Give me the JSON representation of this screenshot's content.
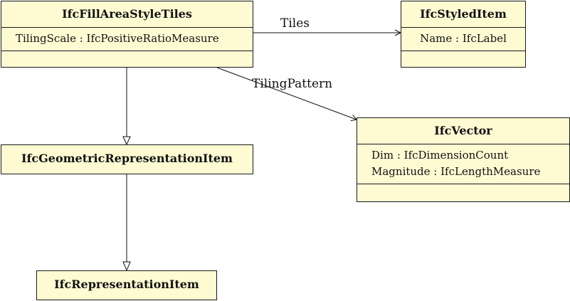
{
  "classes": {
    "fill_area_style_tiles": {
      "name": "IfcFillAreaStyleTiles",
      "attributes": [
        "TilingScale : IfcPositiveRatioMeasure"
      ]
    },
    "styled_item": {
      "name": "IfcStyledItem",
      "attributes": [
        "Name : IfcLabel"
      ]
    },
    "vector": {
      "name": "IfcVector",
      "attributes": [
        "Dim : IfcDimensionCount",
        "Magnitude : IfcLengthMeasure"
      ]
    },
    "geometric_representation_item": {
      "name": "IfcGeometricRepresentationItem"
    },
    "representation_item": {
      "name": "IfcRepresentationItem"
    }
  },
  "associations": {
    "tiles": "Tiles",
    "tiling_pattern": "TilingPattern"
  }
}
